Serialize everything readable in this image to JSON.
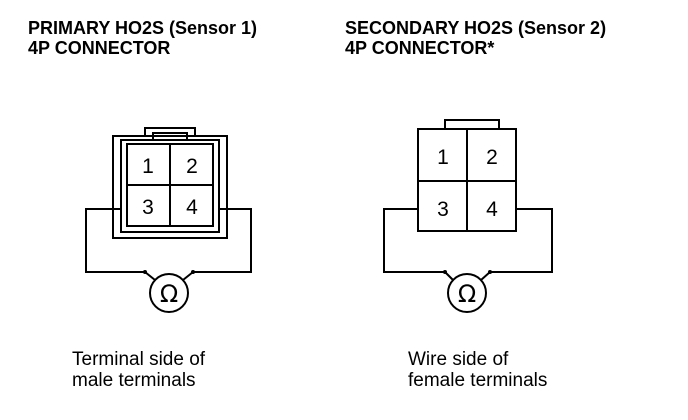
{
  "primary": {
    "title_line1": "PRIMARY HO2S (Sensor 1)",
    "title_line2": "4P CONNECTOR",
    "terminals": [
      "1",
      "2",
      "3",
      "4"
    ],
    "meter_symbol": "Ω",
    "caption_line1": "Terminal side of",
    "caption_line2": "male terminals"
  },
  "secondary": {
    "title_line1": "SECONDARY HO2S (Sensor 2)",
    "title_line2": "4P CONNECTOR*",
    "terminals": [
      "1",
      "2",
      "3",
      "4"
    ],
    "meter_symbol": "Ω",
    "caption_line1": "Wire side of",
    "caption_line2": "female terminals"
  }
}
